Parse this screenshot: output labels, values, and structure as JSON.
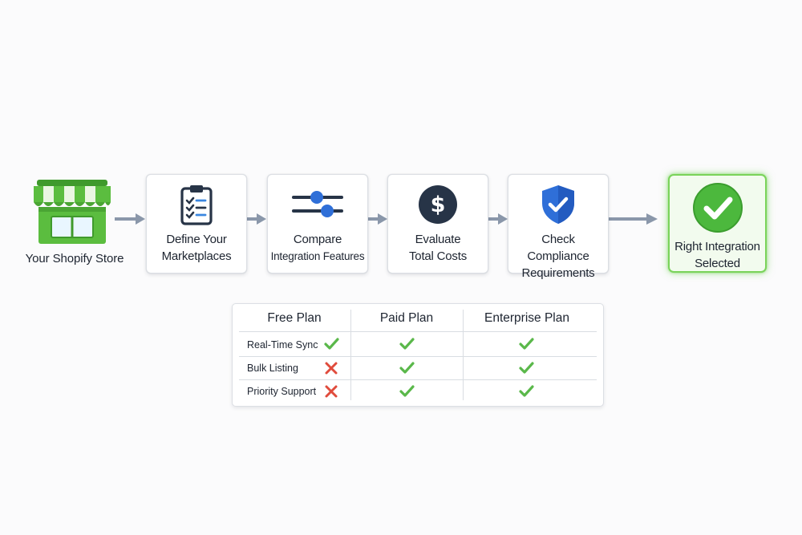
{
  "store": {
    "label": "Your Shopify Store",
    "icon": "shopify-store-icon"
  },
  "steps": [
    {
      "label_line1": "Define Your",
      "label_line2": "Marketplaces",
      "icon": "clipboard-checklist-icon"
    },
    {
      "label_line1": "Compare",
      "label_line2": "Integration Features",
      "icon": "sliders-icon"
    },
    {
      "label_line1": "Evaluate",
      "label_line2": "Total Costs",
      "icon": "dollar-icon"
    },
    {
      "label_line1": "Check Compliance",
      "label_line2": "Requirements",
      "icon": "shield-check-icon"
    }
  ],
  "final": {
    "label_line1": "Right Integration",
    "label_line2": "Selected",
    "icon": "check-circle-icon"
  },
  "comparison": {
    "columns": [
      "Free Plan",
      "Paid Plan",
      "Enterprise Plan"
    ],
    "rows": [
      {
        "feature": "Real-Time Sync",
        "values": [
          true,
          true,
          true
        ]
      },
      {
        "feature": "Bulk Listing",
        "values": [
          false,
          true,
          true
        ]
      },
      {
        "feature": "Priority Support",
        "values": [
          false,
          true,
          true
        ]
      }
    ]
  },
  "colors": {
    "green": "#5ab84a",
    "red": "#e04b3c",
    "arrow": "#8a97aa",
    "navy": "#273447",
    "blue": "#2f6fd8"
  }
}
